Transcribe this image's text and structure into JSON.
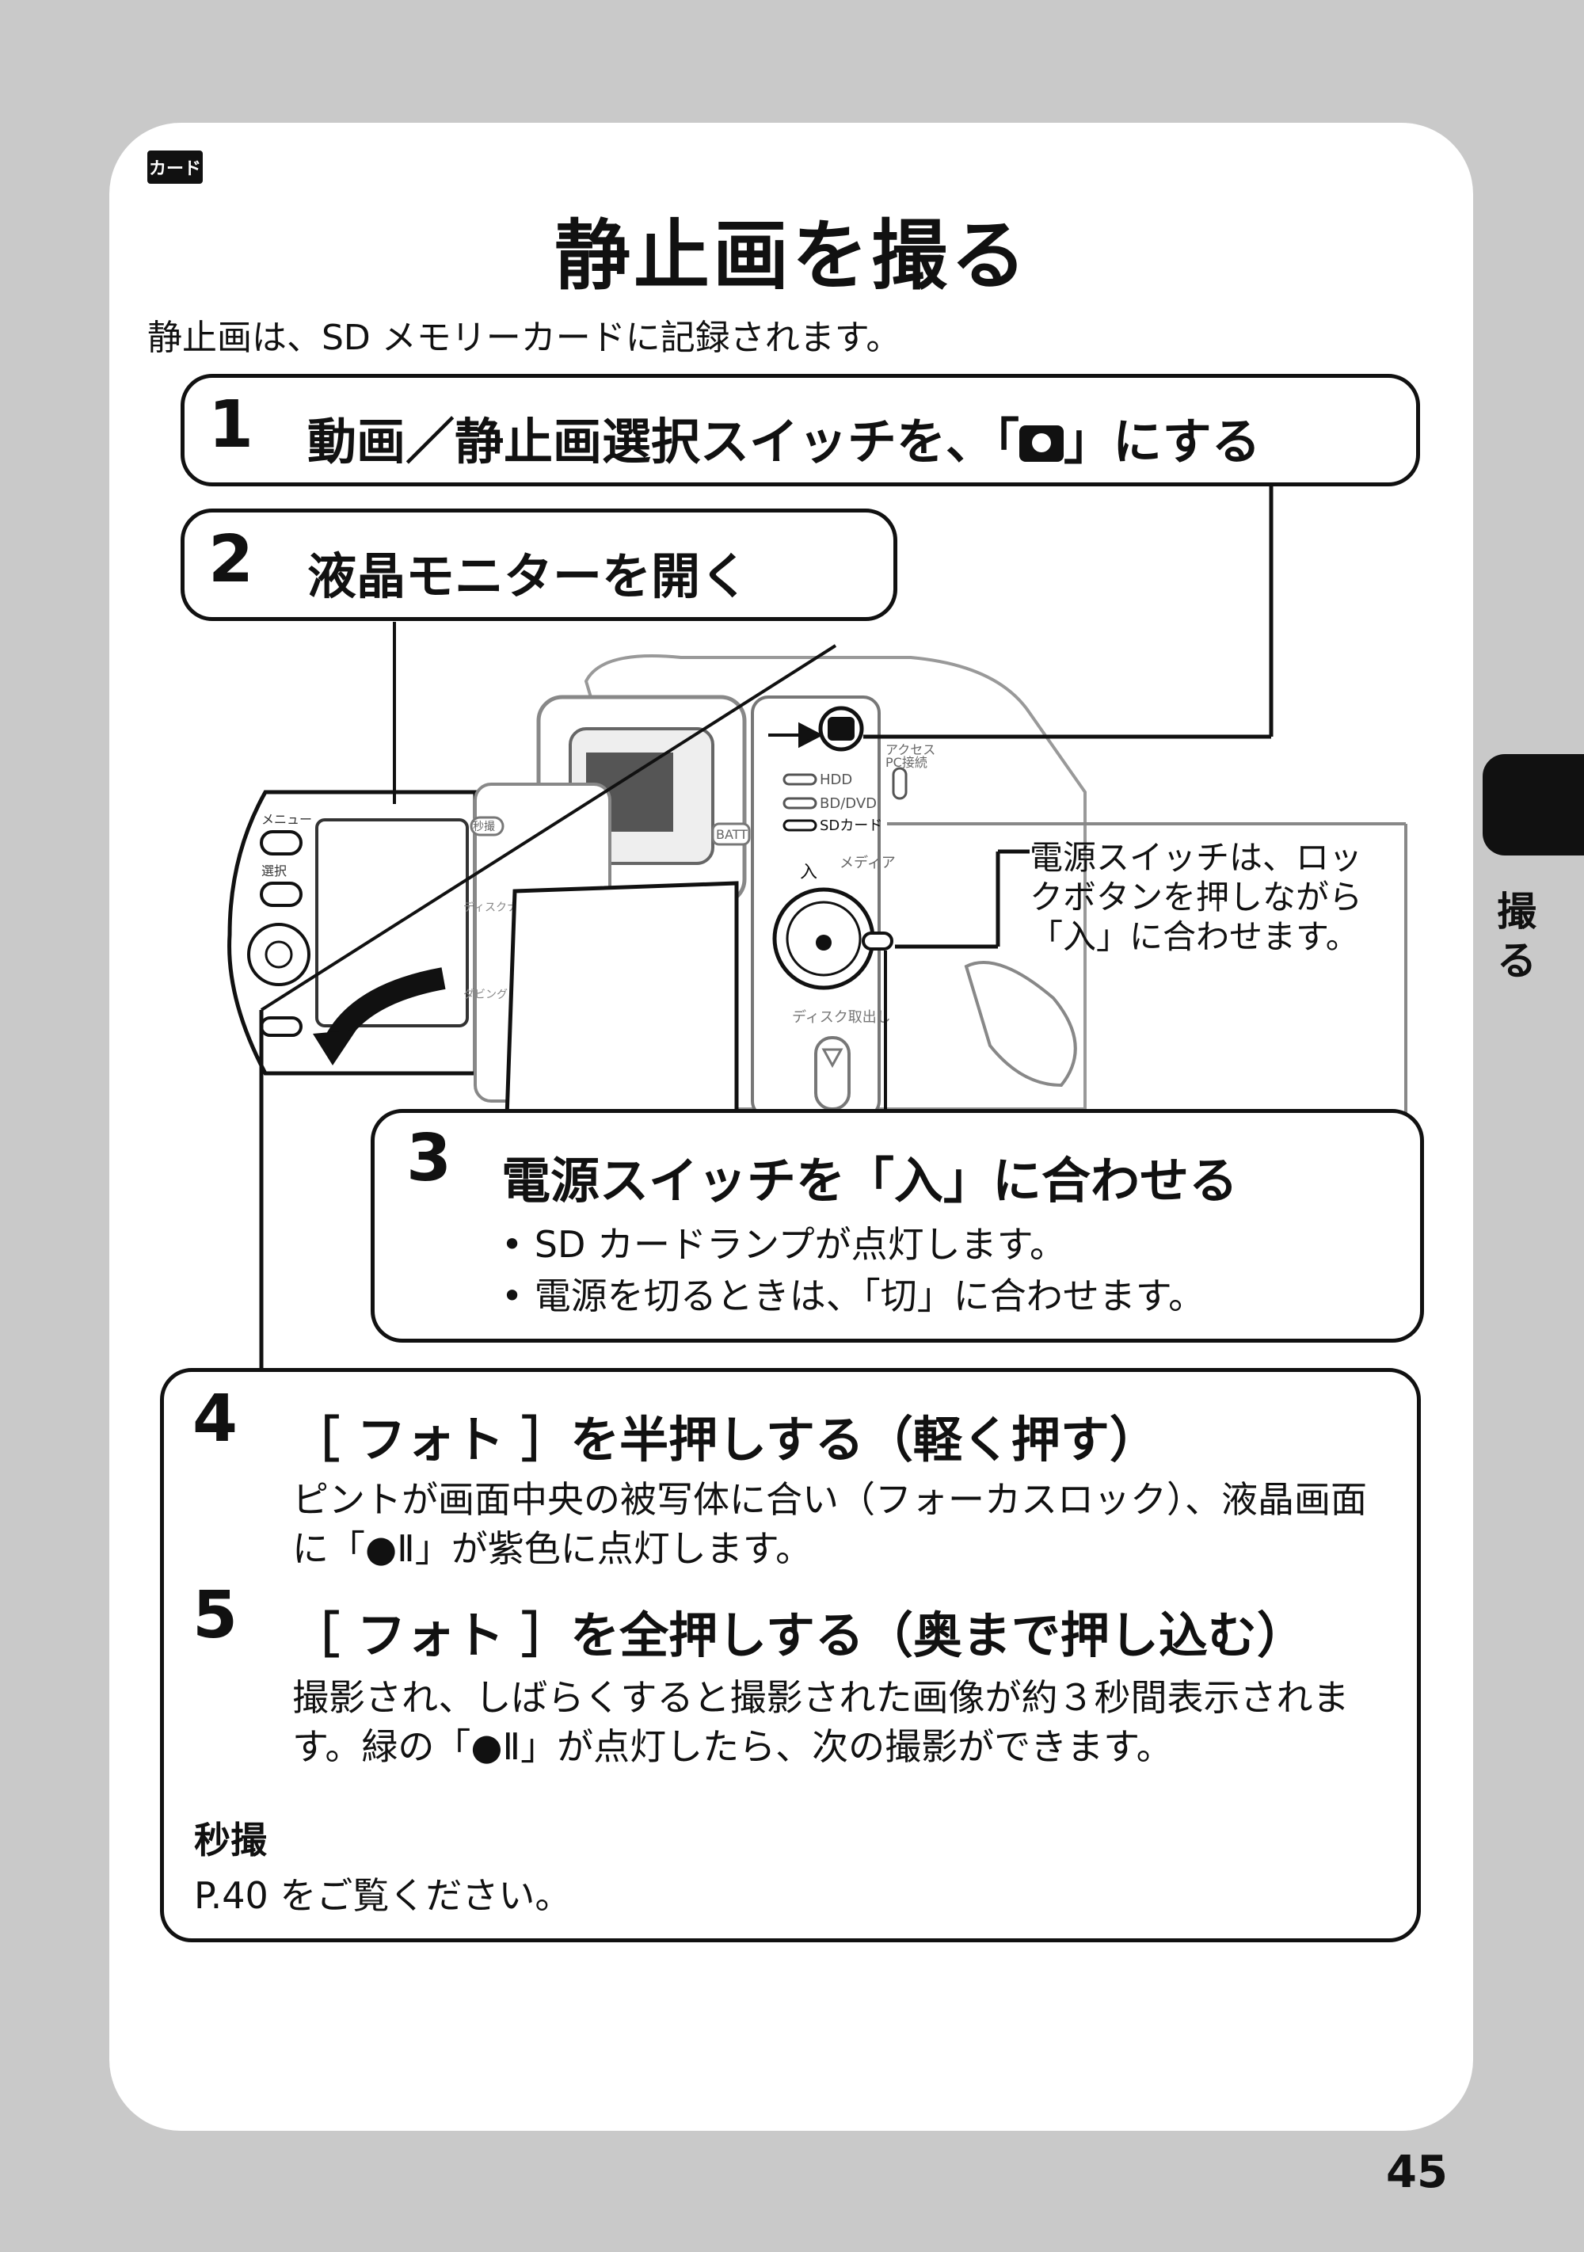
{
  "header": {
    "badge": "カード",
    "title": "静止画を撮る",
    "subtitle": "静止画は、SD メモリーカードに記録されます。"
  },
  "steps": {
    "s1": {
      "num": "1",
      "title_pre": "動画／静止画選択スイッチを、「",
      "title_post": "」にする"
    },
    "s2": {
      "num": "2",
      "title": "液晶モニターを開く"
    },
    "s3": {
      "num": "3",
      "title": "電源スイッチを「入」に合わせる",
      "bullets": [
        "SD カードランプが点灯します。",
        "電源を切るときは、「切」に合わせます。"
      ]
    },
    "s4": {
      "num": "4",
      "title": "［ フォト ］を半押しする（軽く押す）",
      "body": "ピントが画面中央の被写体に合い（フォーカスロック）、液晶画面に「●Ⅱ」が紫色に点灯します。"
    },
    "s5": {
      "num": "5",
      "title": "［ フォト ］を全押しする（奥まで押し込む）",
      "body": "撮影され、しばらくすると撮影された画像が約３秒間表示されます。緑の「●Ⅱ」が点灯したら、次の撮影ができます。"
    }
  },
  "byou_satsu": {
    "heading": "秒撮",
    "text": "P.40 をご覧ください。"
  },
  "callout": {
    "text": "電源スイッチは、ロックボタンを押しながら「入」に合わせます。"
  },
  "camera_labels": {
    "menu": "メニュー",
    "select": "選択",
    "byou": "秒撮",
    "disc_nav": "ディスクナビゲーション",
    "dubbing": "ダビング",
    "batt": "BATT",
    "access": "アクセス",
    "pc": "PC接続",
    "hdd": "HDD",
    "bd_dvd": "BD/DVD",
    "sd_card": "SDカード",
    "media": "メディア",
    "power_on": "入",
    "disc_eject": "ディスク取出し"
  },
  "side": {
    "label": "撮る"
  },
  "page_number": "45"
}
